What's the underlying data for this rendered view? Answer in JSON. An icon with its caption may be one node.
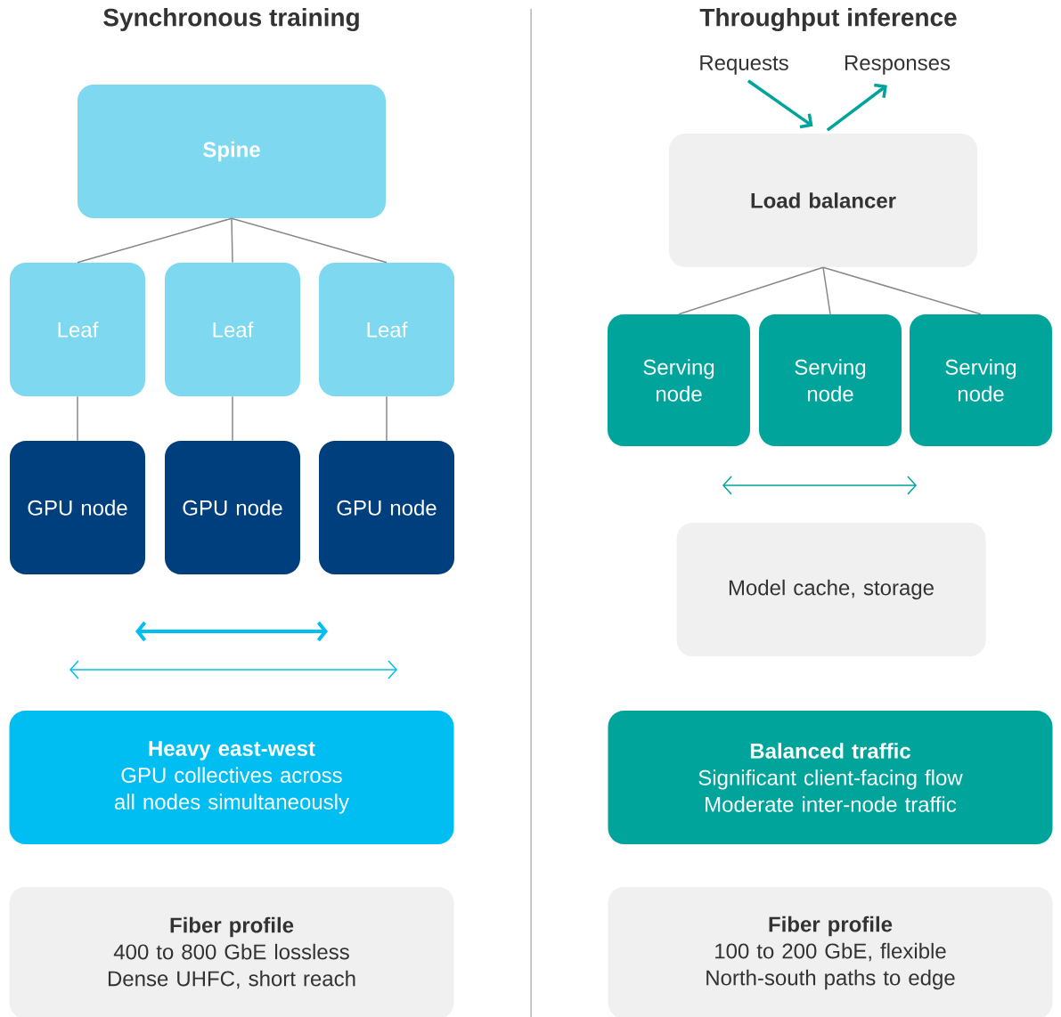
{
  "diagram": {
    "nodes": [
      {
        "text": [
          "Spine"
        ]
      },
      {
        "text": [
          "Leaf"
        ]
      },
      {
        "text": [
          "Leaf"
        ]
      },
      {
        "text": [
          "Leaf"
        ]
      },
      {
        "text": [
          "GPU node"
        ]
      },
      {
        "text": [
          "GPU node"
        ]
      },
      {
        "text": [
          "GPU node"
        ]
      },
      {
        "text": [
          "Heavy east-west",
          "GPU collectives across all nodes simultaneously"
        ]
      },
      {
        "text": [
          "Fiber profile",
          "400 to 800 GbE lossless Dense UHFC, short reach"
        ]
      },
      {
        "text": [
          "Requests"
        ]
      },
      {
        "text": [
          "Responses"
        ]
      },
      {
        "text": [
          "Load balancer"
        ]
      },
      {
        "text": [
          "Serving node"
        ]
      },
      {
        "text": [
          "Serving node"
        ]
      },
      {
        "text": [
          "Serving node"
        ]
      },
      {
        "text": [
          "Model cache, storage"
        ]
      },
      {
        "text": [
          "Balanced traffic",
          "Significant client-facing flow Moderate inter-node traffic"
        ]
      },
      {
        "text": [
          "Fiber profile",
          "100 to 200 GbE, flexible North-south paths to edge"
        ]
      }
    ],
    "edges": [
      {
        "from": 0,
        "to": 1,
        "arrow": "none"
      },
      {
        "from": 0,
        "to": 2,
        "arrow": "none"
      },
      {
        "from": 0,
        "to": 3,
        "arrow": "none"
      },
      {
        "from": 1,
        "to": 4,
        "arrow": "none"
      },
      {
        "from": 2,
        "to": 5,
        "arrow": "none"
      },
      {
        "from": 3,
        "to": 6,
        "arrow": "none"
      },
      {
        "from": 9,
        "to": 11,
        "arrow": "to",
        "style": "thick",
        "color": "#00a49a"
      },
      {
        "from": 11,
        "to": 10,
        "arrow": "to",
        "style": "thick",
        "color": "#00a49a"
      },
      {
        "from": 11,
        "to": 12,
        "arrow": "none"
      },
      {
        "from": 11,
        "to": 13,
        "arrow": "none"
      },
      {
        "from": 11,
        "to": 14,
        "arrow": "none"
      }
    ],
    "labels": [
      "Synchronous training",
      "Throughput inference"
    ]
  }
}
